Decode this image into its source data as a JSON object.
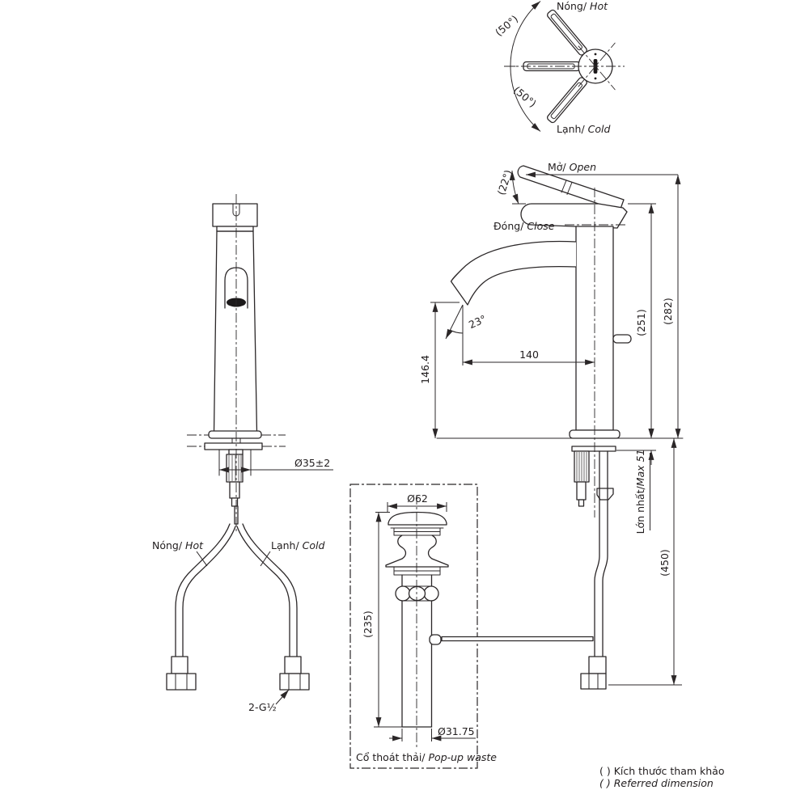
{
  "meta": {
    "background": "#ffffff",
    "line_color": "#2b2728",
    "drawing_type": "faucet installation dimension drawing"
  },
  "top_view": {
    "hot": {
      "vi": "Nóng/",
      "en": " Hot"
    },
    "cold": {
      "vi": "Lạnh/",
      "en": " Cold"
    },
    "swing_upper": "(50°)",
    "swing_lower": "(50°)"
  },
  "side_view": {
    "open": {
      "vi": "Mở/",
      "en": " Open"
    },
    "close": {
      "vi": "Đóng/",
      "en": " Close"
    },
    "open_angle": "(22°)",
    "overall_height": "(282)",
    "handle_height": "(251)",
    "spout_height": "146.4",
    "spout_reach": "140",
    "spout_angle": "23°",
    "deck_max": {
      "vi": "Lớn nhất/",
      "en": "Max 51"
    },
    "hose_drop": "(450)"
  },
  "front_view": {
    "hot": {
      "vi": "Nóng/",
      "en": " Hot"
    },
    "cold": {
      "vi": "Lạnh/",
      "en": " Cold"
    },
    "body_dia": "Ø35±2",
    "connection": "2-G½"
  },
  "popup": {
    "cap_dia": "Ø62",
    "body_len": "(235)",
    "tail_dia": "Ø31.75",
    "caption": {
      "vi": "Cổ thoát thải/",
      "en": " Pop-up waste"
    }
  },
  "legend": {
    "vi": "( ) Kích thước tham khảo",
    "en": "( ) Referred dimension"
  }
}
